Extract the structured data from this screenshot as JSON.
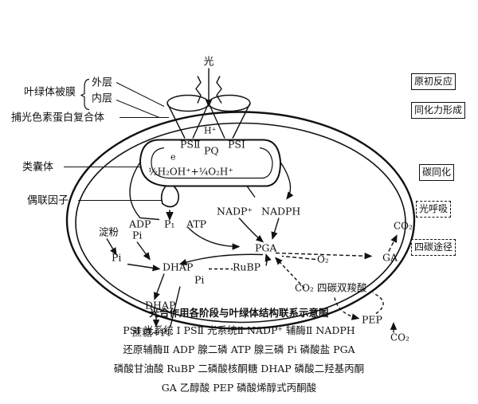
{
  "diagram": {
    "light": "光",
    "envelope": "叶绿体被膜",
    "outer_layer": "外层",
    "inner_layer": "内层",
    "light_harvesting": "捕光色素蛋白复合体",
    "thylakoid": "类囊体",
    "coupling_factor": "偶联因子",
    "starch": "淀粉",
    "ps2": "PSⅡ",
    "ps1": "PSⅠ",
    "pq": "PQ",
    "h_plus": "H⁺",
    "e": "e",
    "water_split": "½H₂OH⁺+¼O₂H⁺",
    "p1": "P₁",
    "adp": "ADP",
    "atp": "ATP",
    "pi": "Pi",
    "nadp": "NADP⁺",
    "nadph": "NADPH",
    "pga": "PGA",
    "dhap": "DHAP",
    "rubp": "RuBP",
    "ga": "GA",
    "o2": "O₂",
    "co2": "CO₂",
    "dicarboxylic_acid": "四碳双羧酸",
    "pep": "PEP",
    "sucrose_pi": "蔗糖+Pi",
    "stage_primary": "原初反应",
    "stage_assimilation_power": "同化力形成",
    "stage_carbon_assimilation": "碳同化",
    "stage_photorespiration": "光呼吸",
    "stage_c4": "四碳途径"
  },
  "caption": {
    "title": "光合作用各阶段与叶绿体结构联系示意图",
    "legend_lines": [
      "PSI 光系统 Ⅰ PSⅡ 光系统Ⅱ NADP⁺ 辅酶Ⅱ NADPH",
      "还原辅酶Ⅱ ADP 腺二磷 ATP 腺三磷 Pi 磷酸盐 PGA",
      "磷酸甘油酸 RuBP 二磷酸核酮糖 DHAP 磷酸二羟基丙酮",
      "GA 乙醇酸 PEP 磷酸烯醇式丙酮酸"
    ]
  }
}
